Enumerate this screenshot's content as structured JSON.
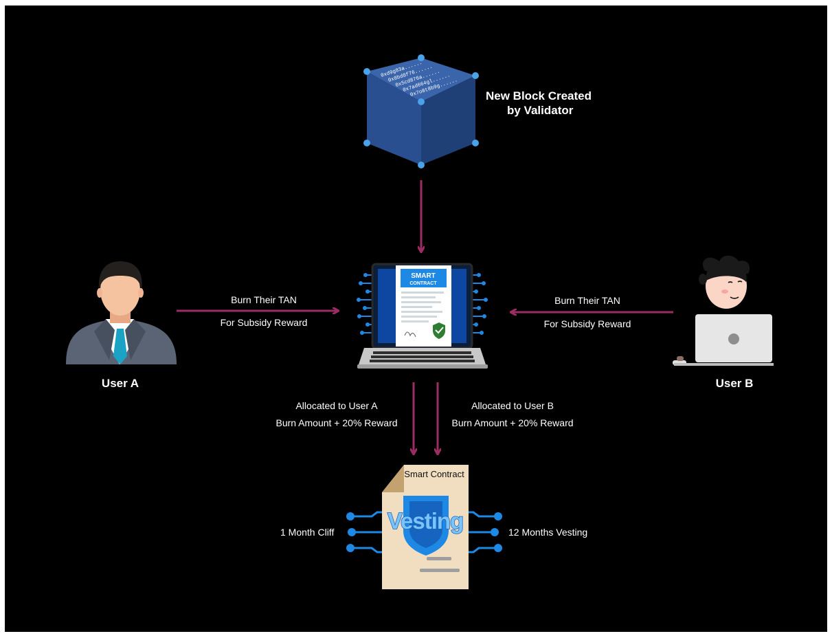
{
  "colors": {
    "background": "#000000",
    "arrow": "#9b2d63",
    "cube": "#2d5496",
    "node": "#4aa3e8",
    "circuit": "#1e88e5",
    "document": "#f1dec0",
    "text": "#ffffff"
  },
  "validator": {
    "label_line1": "New Block Created",
    "label_line2": "by Validator",
    "cube_hashes": [
      "0xd9g83a......",
      "0x8bd8f76......",
      "0x5cd876a......",
      "0x7ad664gl......",
      "0x7o8t8b9g......"
    ]
  },
  "smart_contract_laptop": {
    "badge_line1": "SMART",
    "badge_line2": "CONTRACT"
  },
  "user_a": {
    "name": "User A",
    "arrow_label_line1": "Burn Their TAN",
    "arrow_label_line2": "For Subsidy Reward",
    "allocation_line1": "Allocated to User A",
    "allocation_line2": "Burn Amount + 20% Reward"
  },
  "user_b": {
    "name": "User B",
    "arrow_label_line1": "Burn Their TAN",
    "arrow_label_line2": "For Subsidy Reward",
    "allocation_line1": "Allocated to User B",
    "allocation_line2": "Burn Amount + 20% Reward"
  },
  "vesting_contract": {
    "title": "Smart Contract",
    "shield_text": "Vesting",
    "left_label": "1 Month Cliff",
    "right_label": "12 Months Vesting"
  }
}
